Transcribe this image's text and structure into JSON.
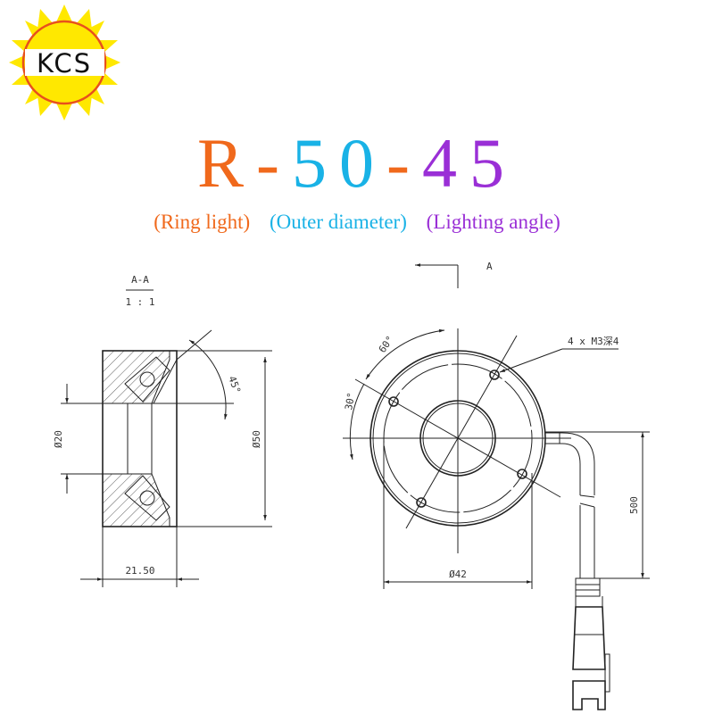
{
  "logo": {
    "text": "KCS"
  },
  "title": {
    "part1": "R",
    "sep1": "-",
    "part2": "50",
    "sep2": "-",
    "part3": "45",
    "colors": {
      "ring": "#f0691c",
      "diameter": "#19b2e6",
      "angle": "#9a2fd6",
      "separator": "#f0691c"
    }
  },
  "subtitle": {
    "ring": "(Ring light)",
    "diameter": "(Outer diameter)",
    "angle": "(Lighting angle)"
  },
  "section_view": {
    "label": "A-A",
    "scale": "1 : 1",
    "dim_inner": "Ø20",
    "dim_outer": "Ø50",
    "dim_width": "21.50",
    "angle": "45°"
  },
  "front_view": {
    "section_marker": "A",
    "angle_1": "60°",
    "angle_2": "30°",
    "holes_note": "4 x M3深4",
    "dim_diameter": "Ø42",
    "dim_cable": "500"
  }
}
